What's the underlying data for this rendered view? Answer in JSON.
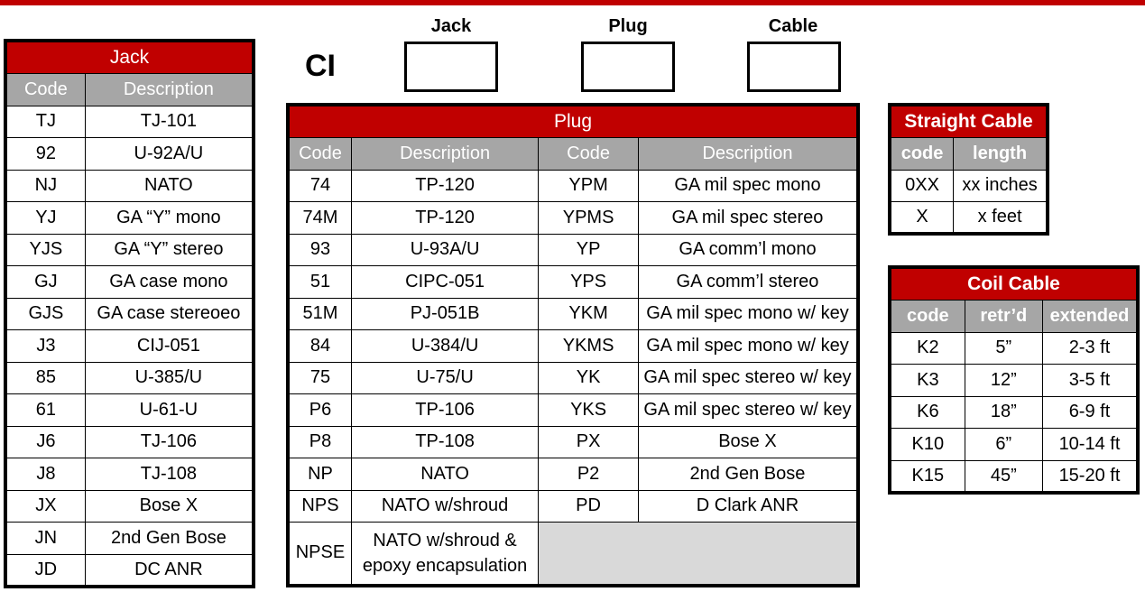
{
  "header": {
    "prefix": "CI",
    "boxes": [
      {
        "label": "Jack"
      },
      {
        "label": "Plug"
      },
      {
        "label": "Cable"
      }
    ]
  },
  "jack_table": {
    "title": "Jack",
    "columns": [
      "Code",
      "Description"
    ],
    "rows": [
      [
        "TJ",
        "TJ-101"
      ],
      [
        "92",
        "U-92A/U"
      ],
      [
        "NJ",
        "NATO"
      ],
      [
        "YJ",
        "GA “Y” mono"
      ],
      [
        "YJS",
        "GA “Y” stereo"
      ],
      [
        "GJ",
        "GA case mono"
      ],
      [
        "GJS",
        "GA case stereoeo"
      ],
      [
        "J3",
        "CIJ-051"
      ],
      [
        "85",
        "U-385/U"
      ],
      [
        "61",
        "U-61-U"
      ],
      [
        "J6",
        "TJ-106"
      ],
      [
        "J8",
        "TJ-108"
      ],
      [
        "JX",
        "Bose X"
      ],
      [
        "JN",
        "2nd Gen Bose"
      ],
      [
        "JD",
        "DC ANR"
      ]
    ]
  },
  "plug_table": {
    "title": "Plug",
    "columns": [
      "Code",
      "Description",
      "Code",
      "Description"
    ],
    "rows": [
      [
        "74",
        "TP-120",
        "YPM",
        "GA mil spec mono"
      ],
      [
        "74M",
        "TP-120",
        "YPMS",
        "GA mil spec stereo"
      ],
      [
        "93",
        "U-93A/U",
        "YP",
        "GA comm’l mono"
      ],
      [
        "51",
        "CIPC-051",
        "YPS",
        "GA comm’l stereo"
      ],
      [
        "51M",
        "PJ-051B",
        "YKM",
        "GA mil spec mono w/ key"
      ],
      [
        "84",
        "U-384/U",
        "YKMS",
        "GA mil spec mono w/ key"
      ],
      [
        "75",
        "U-75/U",
        "YK",
        "GA mil spec stereo w/ key"
      ],
      [
        "P6",
        "TP-106",
        "YKS",
        "GA mil spec stereo w/ key"
      ],
      [
        "P8",
        "TP-108",
        "PX",
        "Bose X"
      ],
      [
        "NP",
        "NATO",
        "P2",
        "2nd Gen Bose"
      ],
      [
        "NPS",
        "NATO w/shroud",
        "PD",
        "D Clark ANR"
      ]
    ],
    "last_row": {
      "code": "NPSE",
      "line1": "NATO w/shroud &",
      "line2": "epoxy encapsulation"
    }
  },
  "straight_cable": {
    "title": "Straight Cable",
    "columns": [
      "code",
      "length"
    ],
    "rows": [
      [
        "0XX",
        "xx inches"
      ],
      [
        "X",
        "x feet"
      ]
    ]
  },
  "coil_cable": {
    "title": "Coil Cable",
    "columns": [
      "code",
      "retr’d",
      "extended"
    ],
    "rows": [
      [
        "K2",
        "5”",
        "2-3 ft"
      ],
      [
        "K3",
        "12”",
        "3-5 ft"
      ],
      [
        "K6",
        "18”",
        "6-9 ft"
      ],
      [
        "K10",
        "6”",
        "10-14 ft"
      ],
      [
        "K15",
        "45”",
        "15-20 ft"
      ]
    ]
  },
  "colors": {
    "accent_red": "#c00000",
    "header_grey": "#a6a6a6",
    "empty_cell_grey": "#d9d9d9"
  }
}
